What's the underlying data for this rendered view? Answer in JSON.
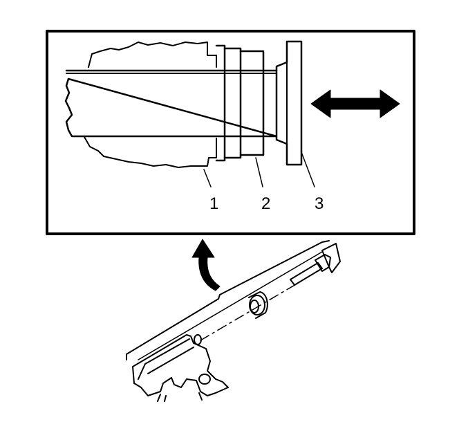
{
  "callouts": [
    {
      "id": "1",
      "label": "1"
    },
    {
      "id": "2",
      "label": "2"
    },
    {
      "id": "3",
      "label": "3"
    }
  ],
  "colors": {
    "line": "#000000",
    "background": "#ffffff"
  },
  "icons": [
    "double-headed-arrow-icon",
    "curved-arrow-icon"
  ]
}
